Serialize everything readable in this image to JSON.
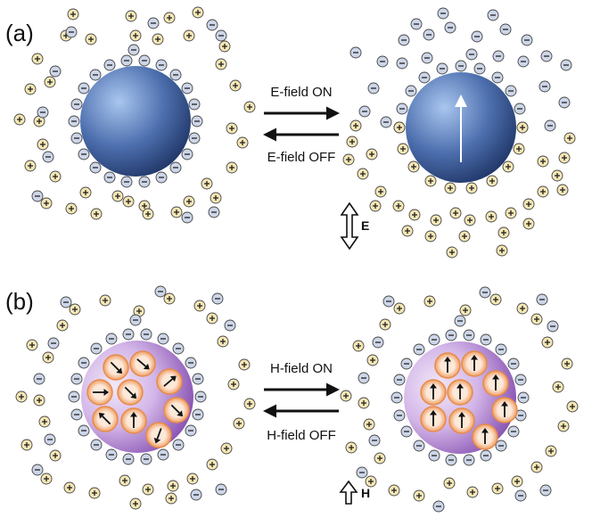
{
  "panels": [
    {
      "label": "(a)",
      "forward_label": "E-field ON",
      "reverse_label": "E-field OFF",
      "field_letter": "E",
      "particle_kind": "dielectric",
      "state_left": "unpolarized",
      "state_right": "polarized-dipole-up"
    },
    {
      "label": "(b)",
      "forward_label": "H-field ON",
      "reverse_label": "H-field OFF",
      "field_letter": "H",
      "particle_kind": "magnetic",
      "state_left": "random-moments",
      "state_right": "aligned-moments-up"
    }
  ],
  "ion_signs": {
    "negative": "⊖",
    "positive": "⊕"
  },
  "colors": {
    "sphere_blue_light": "#8fb3e6",
    "sphere_blue_dark": "#1f3566",
    "sphere_purple_light": "#e6d6f2",
    "sphere_purple_dark": "#7a3fa8",
    "negative_ion_fill": "#cdd6e8",
    "positive_ion_fill": "#f6e7b6",
    "moment_fill": "#f3b98e"
  },
  "icons": [
    "negative-ion-icon",
    "positive-ion-icon",
    "double-arrow-icon",
    "up-arrow-icon",
    "magnetic-moment-icon"
  ]
}
